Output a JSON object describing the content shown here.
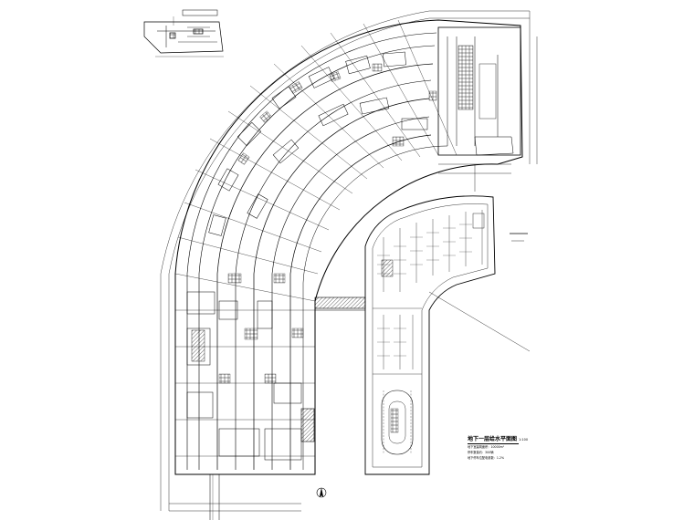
{
  "drawing": {
    "title": "地下一层给水平面图",
    "scale": "1:100",
    "notes": [
      "地下室建筑面积：10000m²",
      "停车数量约：300辆",
      "地下停车位配电参数：1.2%"
    ]
  },
  "colors": {
    "line": "#000000",
    "background": "#ffffff"
  }
}
